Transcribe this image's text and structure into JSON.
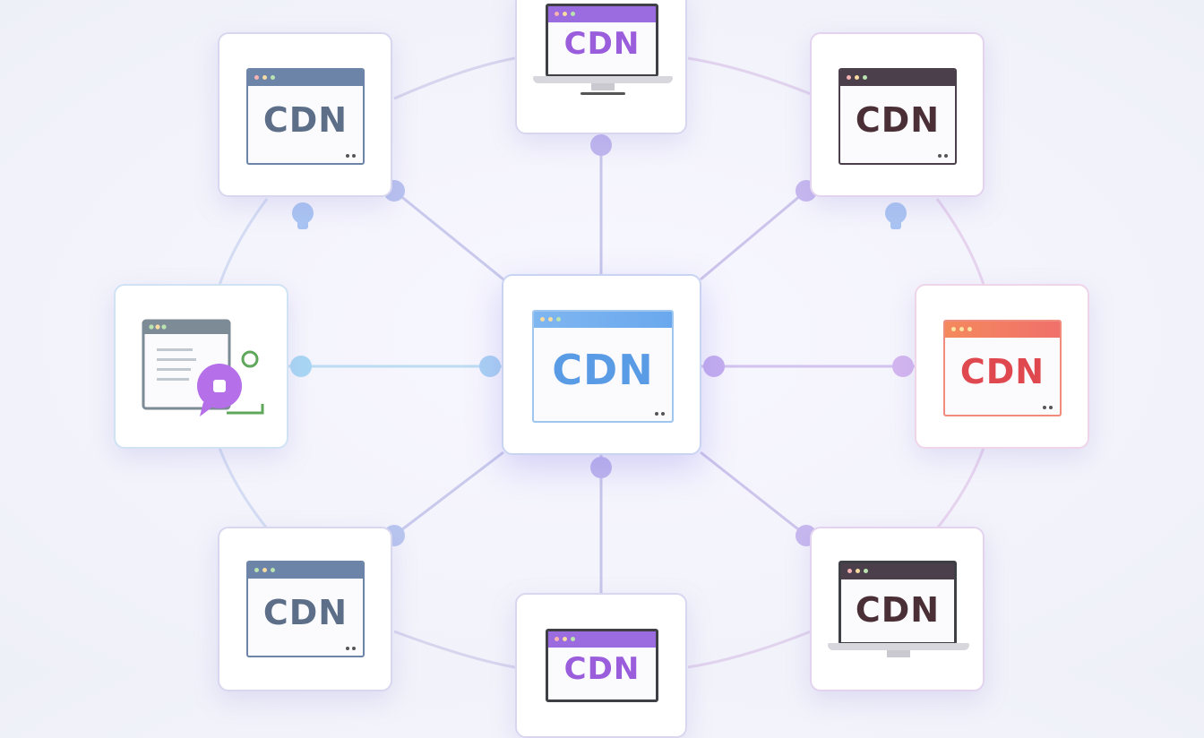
{
  "diagram": {
    "hub": {
      "label": "CDN",
      "accent": "#6aa8ee",
      "text_color": "#5a9be6"
    },
    "nodes": [
      {
        "id": "top",
        "label": "CDN",
        "accent": "#9b6be0",
        "text_color": "#9a5ddb",
        "device": "laptop"
      },
      {
        "id": "top-left",
        "label": "CDN",
        "accent": "#6b84a8",
        "text_color": "#5d6f88",
        "device": "window"
      },
      {
        "id": "top-right",
        "label": "CDN",
        "accent": "#4a3f4a",
        "text_color": "#4a2f37",
        "device": "window"
      },
      {
        "id": "left",
        "label": "",
        "accent": "#7c8b96",
        "text_color": "#7c8b96",
        "device": "document-chat"
      },
      {
        "id": "right",
        "label": "CDN",
        "accent": "#f07b68",
        "text_color": "#e0484f",
        "device": "window"
      },
      {
        "id": "bottom-left",
        "label": "CDN",
        "accent": "#6b84a8",
        "text_color": "#5d6f88",
        "device": "window"
      },
      {
        "id": "bottom",
        "label": "CDN",
        "accent": "#9b6be0",
        "text_color": "#9a5ddb",
        "device": "laptop"
      },
      {
        "id": "bottom-right",
        "label": "CDN",
        "accent": "#4a3f4a",
        "text_color": "#4a2f37",
        "device": "laptop"
      }
    ],
    "colors": {
      "wire": "#c9c6ea",
      "ring": "#d7d4ee",
      "joint_blue": "#a9cdf3",
      "joint_purple": "#c4b1ef",
      "bulb": "#a9c4f2",
      "chat_bubble": "#b56fe8",
      "chat_ring": "#5fa85b"
    }
  }
}
